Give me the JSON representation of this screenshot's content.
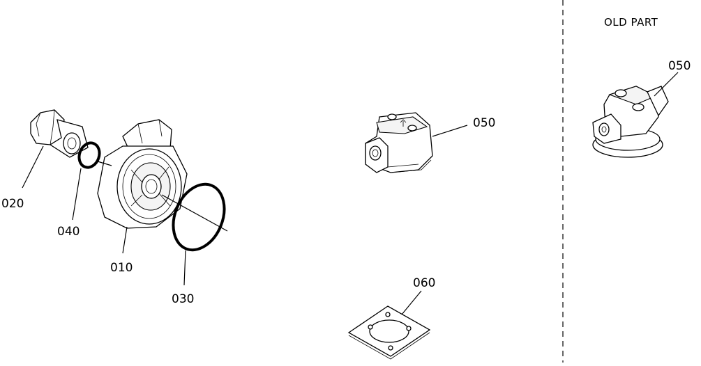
{
  "header": {
    "old_part_label": "OLD PART"
  },
  "callouts": {
    "c020": "020",
    "c040": "040",
    "c010": "010",
    "c030": "030",
    "c050_main": "050",
    "c060": "060",
    "c050_old": "050"
  }
}
